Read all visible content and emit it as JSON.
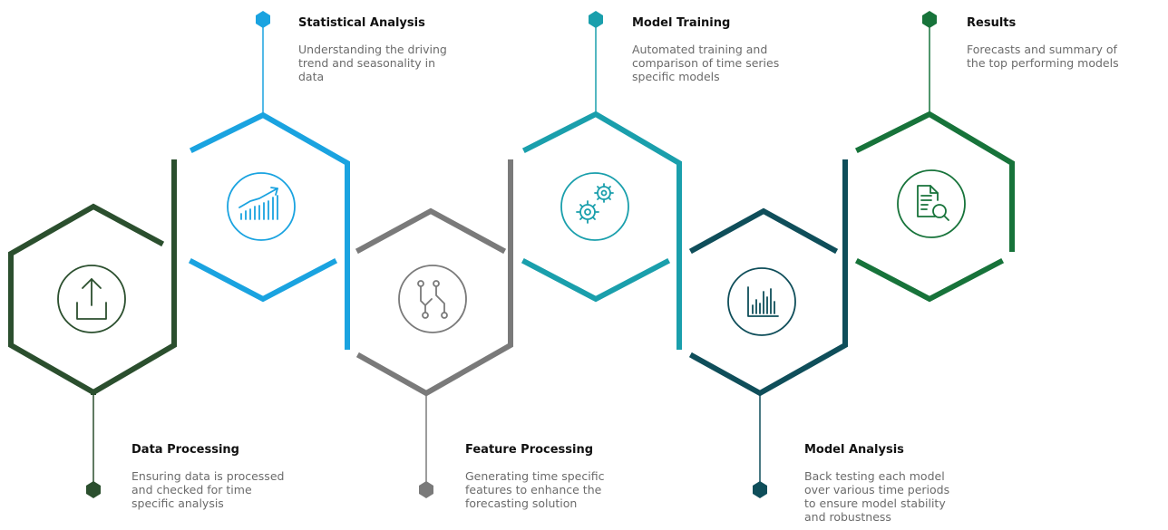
{
  "colors": {
    "data_processing": "#2b4f2e",
    "statistical_analysis": "#1aa3e0",
    "feature_processing": "#7a7a7a",
    "model_training": "#1a9fac",
    "model_analysis": "#0f4e5a",
    "results": "#17733a"
  },
  "steps": [
    {
      "title": "Data Processing",
      "description": "Ensuring data is processed\nand checked for time\nspecific analysis",
      "icon": "upload-icon"
    },
    {
      "title": "Statistical Analysis",
      "description": "Understanding the driving\ntrend and seasonality in\ndata",
      "icon": "trend-chart-icon"
    },
    {
      "title": "Feature Processing",
      "description": "Generating time specific\nfeatures to enhance the\nforecasting solution",
      "icon": "branch-icon"
    },
    {
      "title": "Model Training",
      "description": "Automated training and\ncomparison of time series\nspecific models",
      "icon": "gears-icon"
    },
    {
      "title": "Model Analysis",
      "description": "Back testing each model\nover various time periods\nto ensure model stability\nand robustness",
      "icon": "bar-chart-icon"
    },
    {
      "title": "Results",
      "description": "Forecasts and summary of\nthe top performing models",
      "icon": "document-search-icon"
    }
  ]
}
